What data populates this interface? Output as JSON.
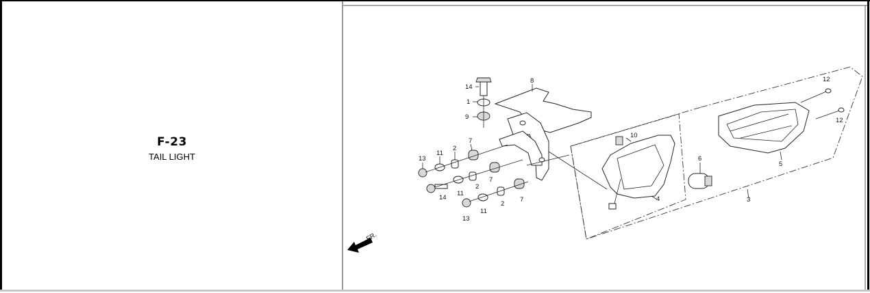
{
  "section": {
    "code": "F-23",
    "name": "TAIL LIGHT"
  },
  "diagram": {
    "front_direction_label": "FR.",
    "callouts": {
      "c1": "14",
      "c2": "1",
      "c3": "9",
      "c4": "8",
      "c5": "7",
      "c6": "2",
      "c7": "11",
      "c8": "13",
      "c9": "7",
      "c10": "11",
      "c11": "2",
      "c12": "14",
      "c13": "7",
      "c14": "2",
      "c15": "11",
      "c16": "13",
      "c17": "10",
      "c18": "4",
      "c19": "6",
      "c20": "3",
      "c21": "12",
      "c22": "12",
      "c23": "5"
    }
  },
  "colors": {
    "border": "#000000",
    "divider": "#9a9a9a"
  }
}
